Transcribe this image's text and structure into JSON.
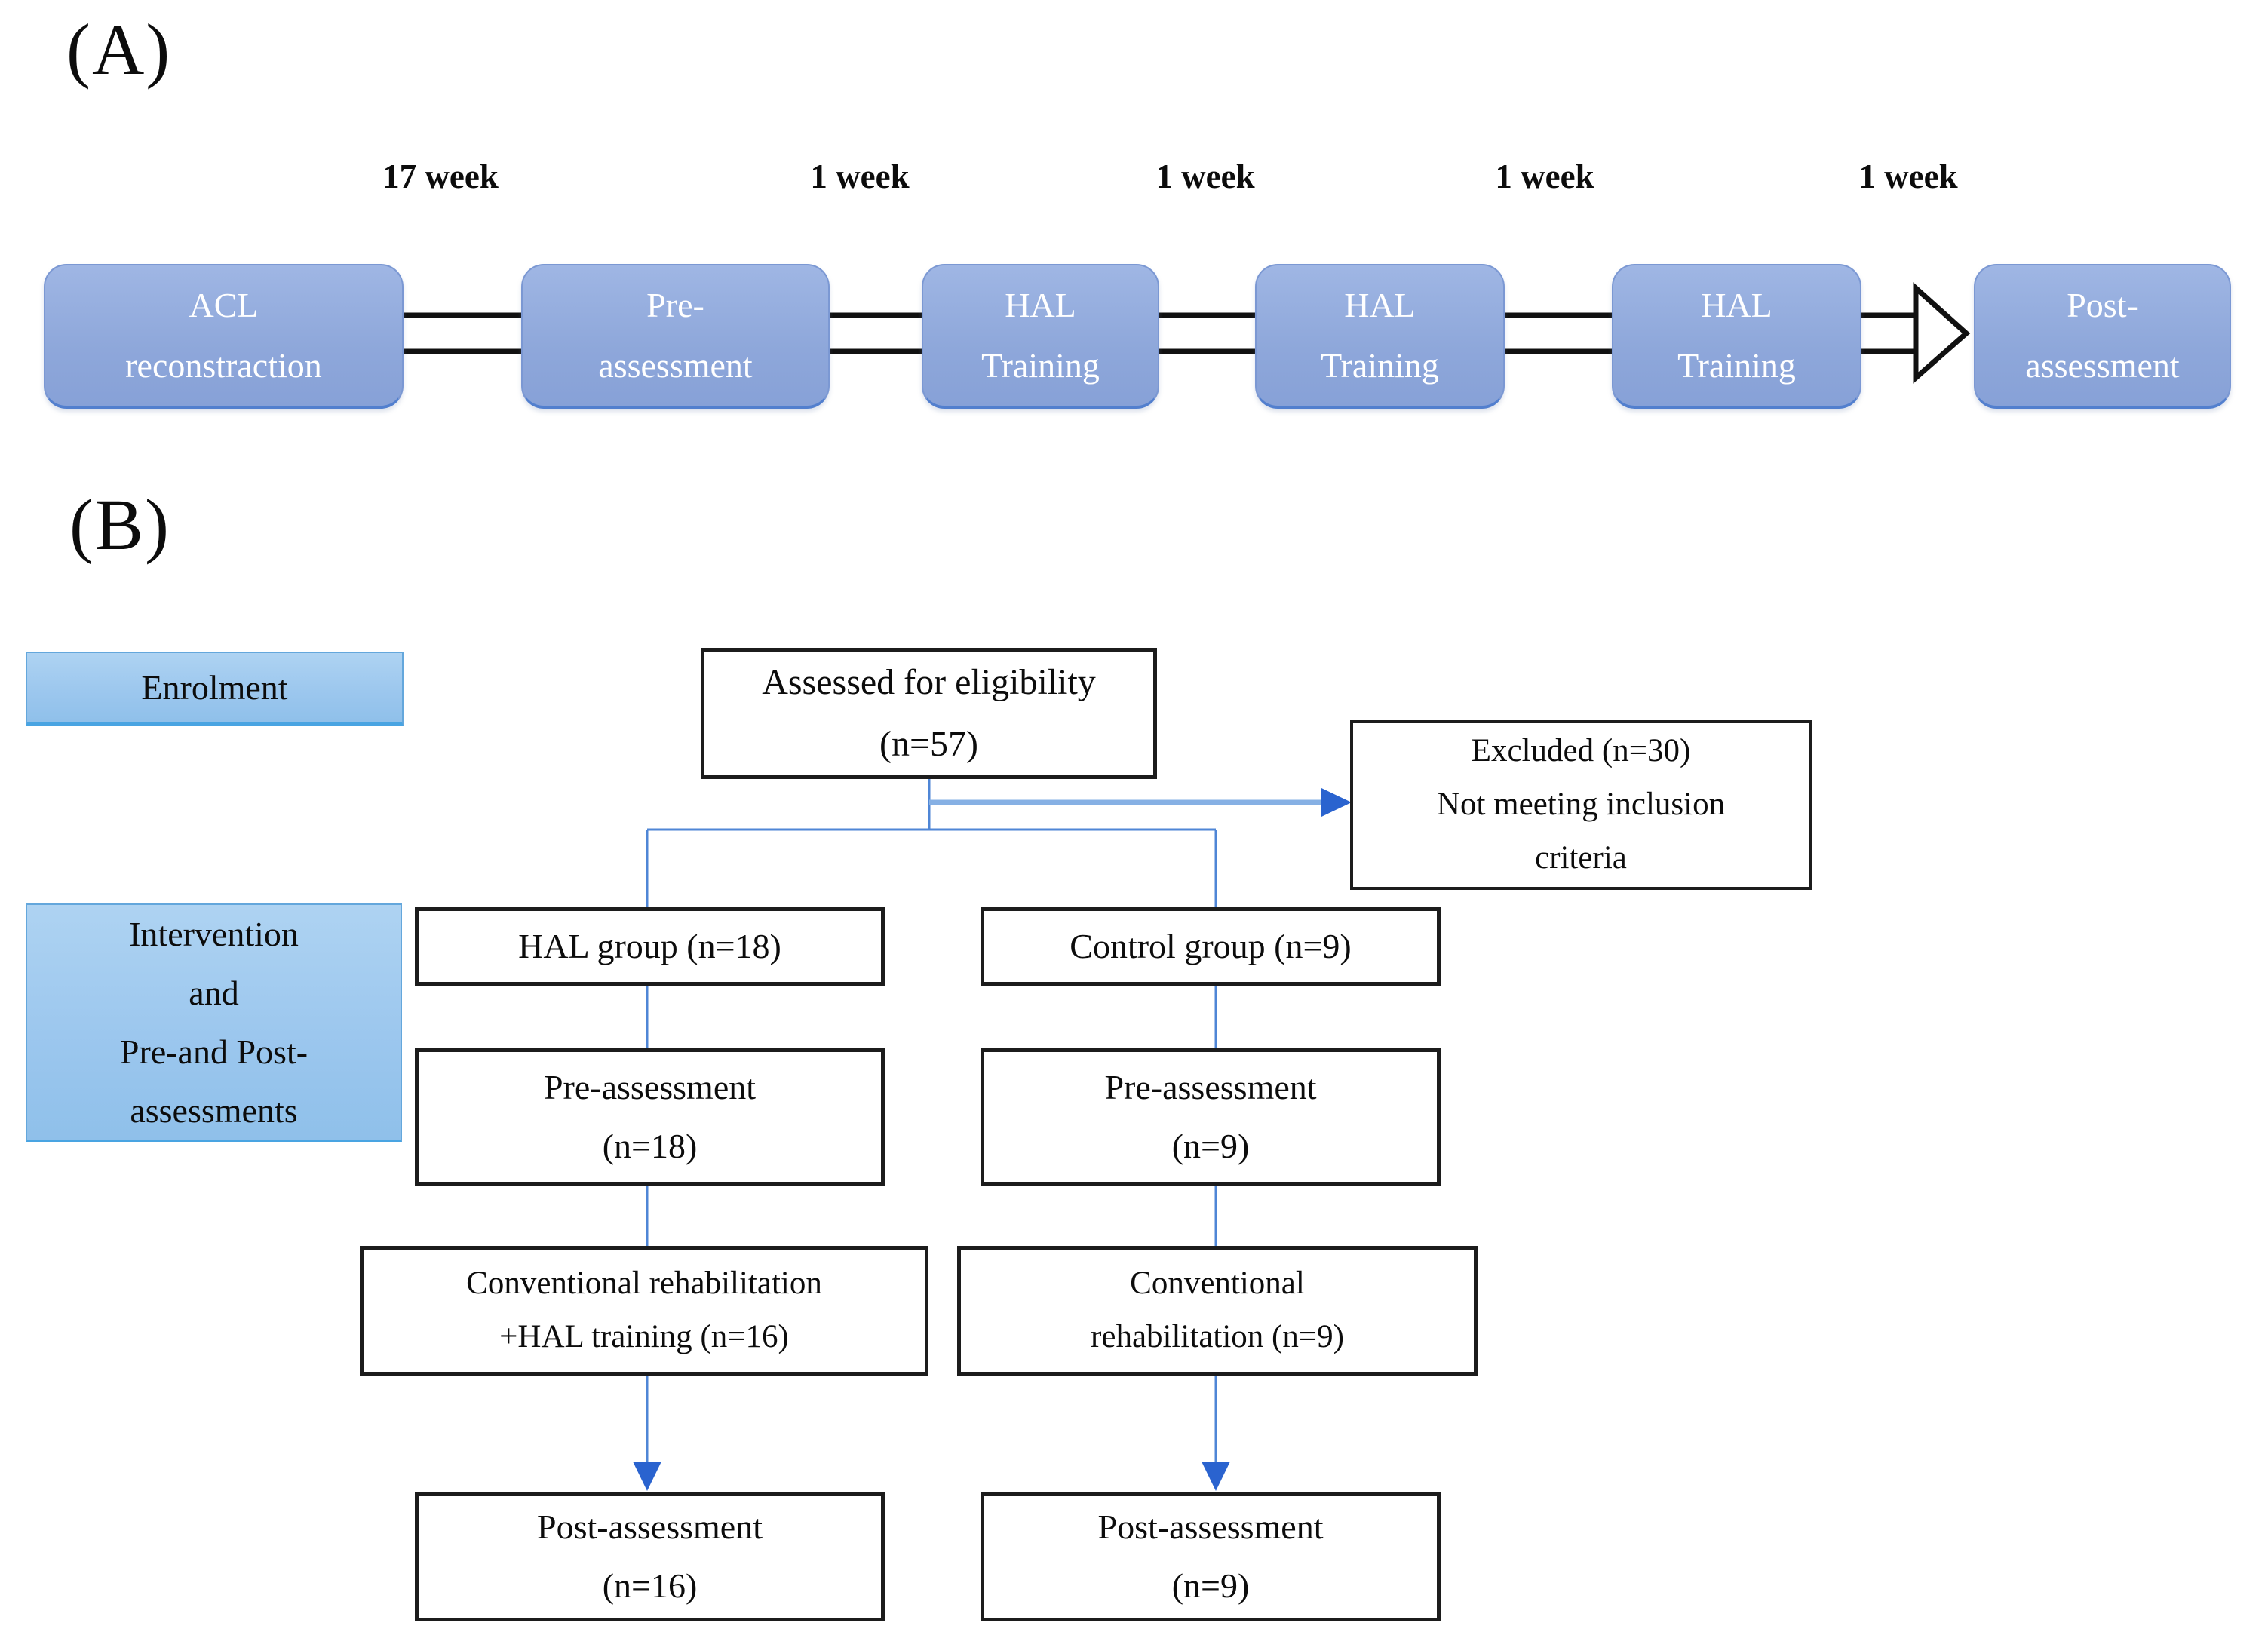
{
  "figure": {
    "panel_a_label": "(A)",
    "panel_b_label": "(B)"
  },
  "colors": {
    "timeline_box_fill": "#8fa8db",
    "timeline_box_border": "#527fce",
    "timeline_text": "#ffffff",
    "stage_box_fill": "#9cc7ee",
    "stage_box_border": "#5b9bd5",
    "flow_box_border": "#1c1c1c",
    "connector_blue": "#4f86d6",
    "excluded_line_blue": "#86b0e4",
    "arrowhead_blue": "#2a63cf",
    "timeline_arrow_black": "#111111"
  },
  "panelA": {
    "week_labels": [
      "17 week",
      "1 week",
      "1 week",
      "1 week",
      "1 week"
    ],
    "steps": [
      {
        "line1": "ACL",
        "line2": "reconstraction"
      },
      {
        "line1": "Pre-",
        "line2": "assessment"
      },
      {
        "line1": "HAL",
        "line2": "Training"
      },
      {
        "line1": "HAL",
        "line2": "Training"
      },
      {
        "line1": "HAL",
        "line2": "Training"
      },
      {
        "line1": "Post-",
        "line2": "assessment"
      }
    ]
  },
  "panelB": {
    "enrolment_label": "Enrolment",
    "stage_label": {
      "line1": "Intervention",
      "line2": "and",
      "line3": "Pre-and Post-",
      "line4": "assessments"
    },
    "assessed": {
      "line1": "Assessed for eligibility",
      "line2": "(n=57)"
    },
    "excluded": {
      "line1": "Excluded (n=30)",
      "line2": "Not meeting inclusion",
      "line3": "criteria"
    },
    "hal_group_label": "HAL group (n=18)",
    "control_group_label": "Control group (n=9)",
    "pre_left": {
      "line1": "Pre-assessment",
      "line2": "(n=18)"
    },
    "pre_right": {
      "line1": "Pre-assessment",
      "line2": "(n=9)"
    },
    "conv_left": {
      "line1": "Conventional rehabilitation",
      "line2": "+HAL training (n=16)"
    },
    "conv_right": {
      "line1": "Conventional",
      "line2": "rehabilitation (n=9)"
    },
    "post_left": {
      "line1": "Post-assessment",
      "line2": "(n=16)"
    },
    "post_right": {
      "line1": "Post-assessment",
      "line2": "(n=9)"
    }
  }
}
